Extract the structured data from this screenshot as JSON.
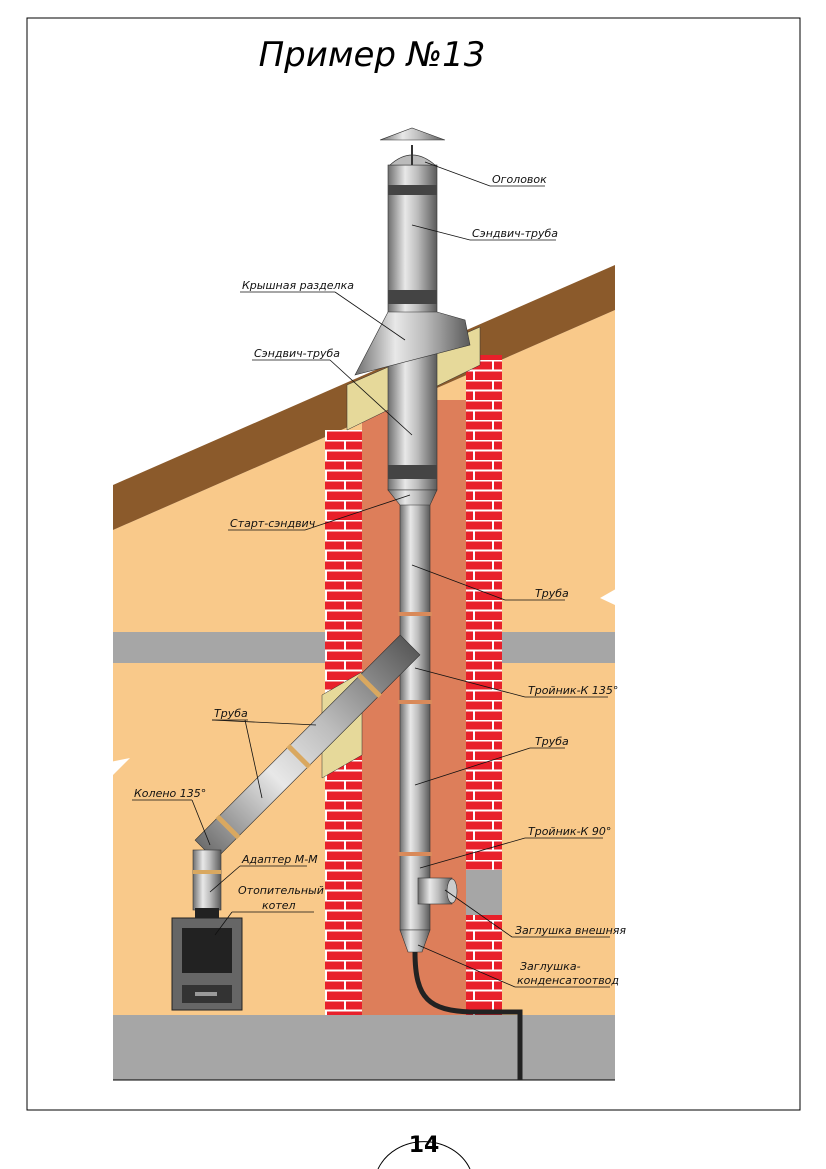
{
  "title": "Пример №13",
  "page_number": "14",
  "labels": {
    "cap": "Оголовок",
    "sandwich_top": "Сэндвич-труба",
    "roof_cut": "Крышная разделка",
    "sandwich_mid": "Сэндвич-труба",
    "start_sandwich": "Старт-сэндвич",
    "pipe1": "Труба",
    "tee135": "Тройник-К 135°",
    "pipe2": "Труба",
    "tee90": "Тройник-К 90°",
    "plug_ext": "Заглушка внешняя",
    "plug_cond_1": "Заглушка-",
    "plug_cond_2": "конденсатоотвод",
    "pipe_left": "Труба",
    "elbow135": "Колено 135°",
    "adapter": "Адаптер М-М",
    "boiler_1": "Отопительный",
    "boiler_2": "котел"
  },
  "colors": {
    "wall": "#F9C98A",
    "brick": "#E8202A",
    "chimney": "#DD7E5A",
    "roof": "#8B5A2B",
    "floor": "#A6A6A6",
    "insulation": "#E6D99A"
  }
}
